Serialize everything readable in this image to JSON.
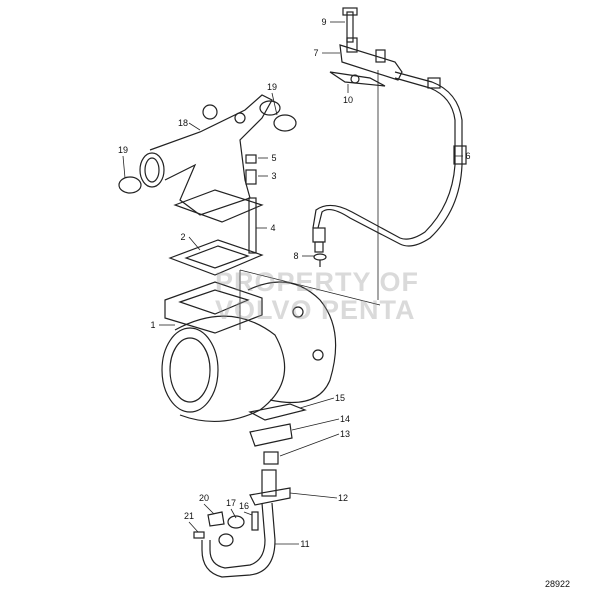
{
  "diagram": {
    "callouts": [
      "1",
      "2",
      "3",
      "4",
      "5",
      "6",
      "7",
      "8",
      "9",
      "10",
      "11",
      "12",
      "13",
      "14",
      "15",
      "16",
      "17",
      "18",
      "19",
      "20",
      "21"
    ],
    "reference_number": "28922",
    "watermark": [
      "PROPERTY OF",
      "VOLVO PENTA"
    ]
  }
}
